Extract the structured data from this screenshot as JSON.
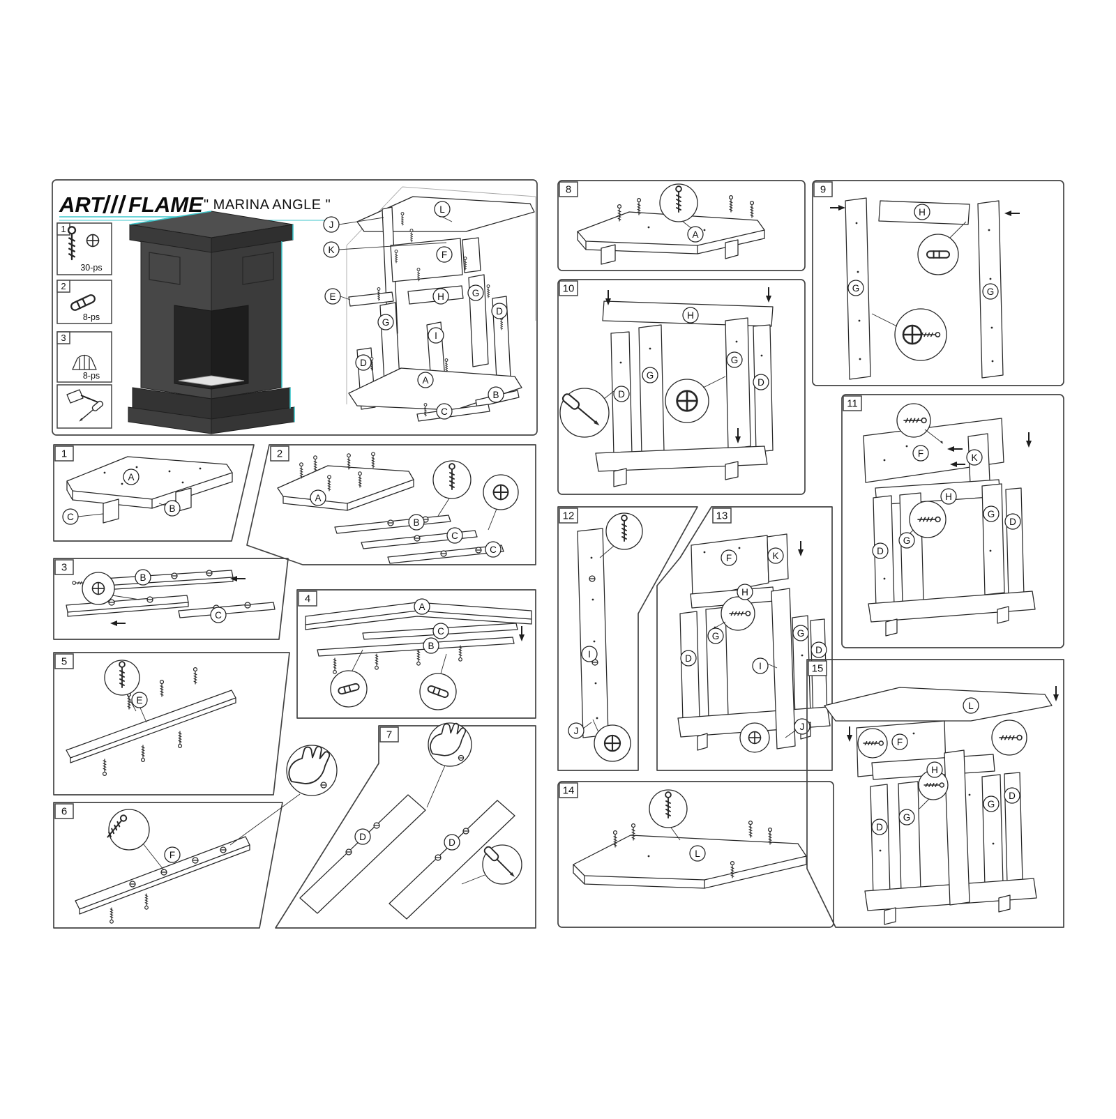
{
  "brand": {
    "word1": "ART",
    "word2": "FLAME"
  },
  "title": "\" MARINA ANGLE \"",
  "hardware": [
    {
      "num": "1",
      "qty": "30-ps",
      "icon": "confirmat-screw-and-cam-lock"
    },
    {
      "num": "2",
      "qty": "8-ps",
      "icon": "wood-dowel"
    },
    {
      "num": "3",
      "qty": "8-ps",
      "icon": "plastic-glide"
    },
    {
      "num": "",
      "qty": "",
      "icon": "hammer-and-screwdriver"
    }
  ],
  "overview": {
    "parts": [
      "L",
      "J",
      "K",
      "F",
      "E",
      "H",
      "G",
      "D",
      "G",
      "I",
      "D",
      "A",
      "B",
      "C"
    ]
  },
  "steps": [
    {
      "num": "1",
      "parts": [
        "A",
        "B",
        "C"
      ]
    },
    {
      "num": "2",
      "parts": [
        "A",
        "B",
        "C",
        "C"
      ]
    },
    {
      "num": "3",
      "parts": [
        "B",
        "C"
      ]
    },
    {
      "num": "4",
      "parts": [
        "A",
        "C",
        "B"
      ]
    },
    {
      "num": "5",
      "parts": [
        "E"
      ]
    },
    {
      "num": "6",
      "parts": [
        "F"
      ]
    },
    {
      "num": "7",
      "parts": [
        "D",
        "D"
      ]
    },
    {
      "num": "8",
      "parts": [
        "A"
      ]
    },
    {
      "num": "9",
      "parts": [
        "G",
        "H",
        "G"
      ]
    },
    {
      "num": "10",
      "parts": [
        "H",
        "G",
        "D",
        "G",
        "D"
      ]
    },
    {
      "num": "11",
      "parts": [
        "F",
        "K",
        "H",
        "D",
        "G",
        "G",
        "D"
      ]
    },
    {
      "num": "12",
      "parts": [
        "I",
        "J"
      ]
    },
    {
      "num": "13",
      "parts": [
        "F",
        "K",
        "H",
        "D",
        "G",
        "G",
        "D",
        "I",
        "J"
      ]
    },
    {
      "num": "14",
      "parts": [
        "L"
      ]
    },
    {
      "num": "15",
      "parts": [
        "L",
        "F",
        "H",
        "D",
        "G",
        "G",
        "D"
      ]
    }
  ]
}
